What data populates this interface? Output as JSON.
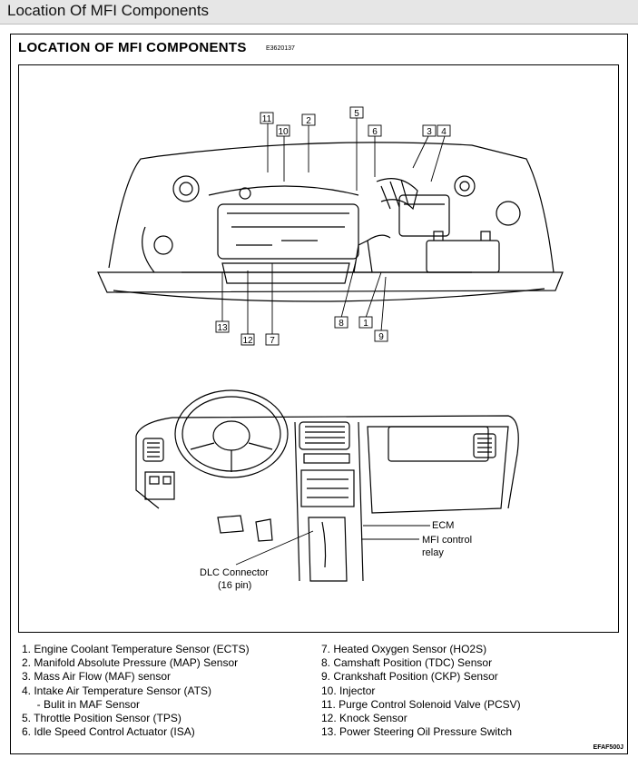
{
  "window": {
    "title": "Location Of MFI Components"
  },
  "document": {
    "heading": "LOCATION OF MFI COMPONENTS",
    "figure_code": "E3620137",
    "footer_code": "EFAF500J"
  },
  "callouts": {
    "c1": "1",
    "c2": "2",
    "c3": "3",
    "c4": "4",
    "c5": "5",
    "c6": "6",
    "c7": "7",
    "c8": "8",
    "c9": "9",
    "c10": "10",
    "c11": "11",
    "c12": "12",
    "c13": "13"
  },
  "dash_labels": {
    "ecm": "ECM",
    "mfi_relay_1": "MFI control",
    "mfi_relay_2": "relay",
    "dlc_1": "DLC Connector",
    "dlc_2": "(16 pin)"
  },
  "legend_left": [
    "1.  Engine Coolant Temperature Sensor (ECTS)",
    "2.  Manifold Absolute Pressure (MAP) Sensor",
    "3.  Mass Air Flow (MAF) sensor",
    "4.  Intake Air Temperature Sensor (ATS)",
    "     - Bulit in MAF Sensor",
    "5.  Throttle Position Sensor (TPS)",
    "6.  Idle Speed Control Actuator (ISA)"
  ],
  "legend_right": [
    "7.  Heated Oxygen Sensor (HO2S)",
    "8.  Camshaft Position (TDC) Sensor",
    "9.  Crankshaft Position (CKP) Sensor",
    "10. Injector",
    "11. Purge Control Solenoid Valve (PCSV)",
    "12. Knock Sensor",
    "13. Power Steering Oil Pressure Switch"
  ]
}
